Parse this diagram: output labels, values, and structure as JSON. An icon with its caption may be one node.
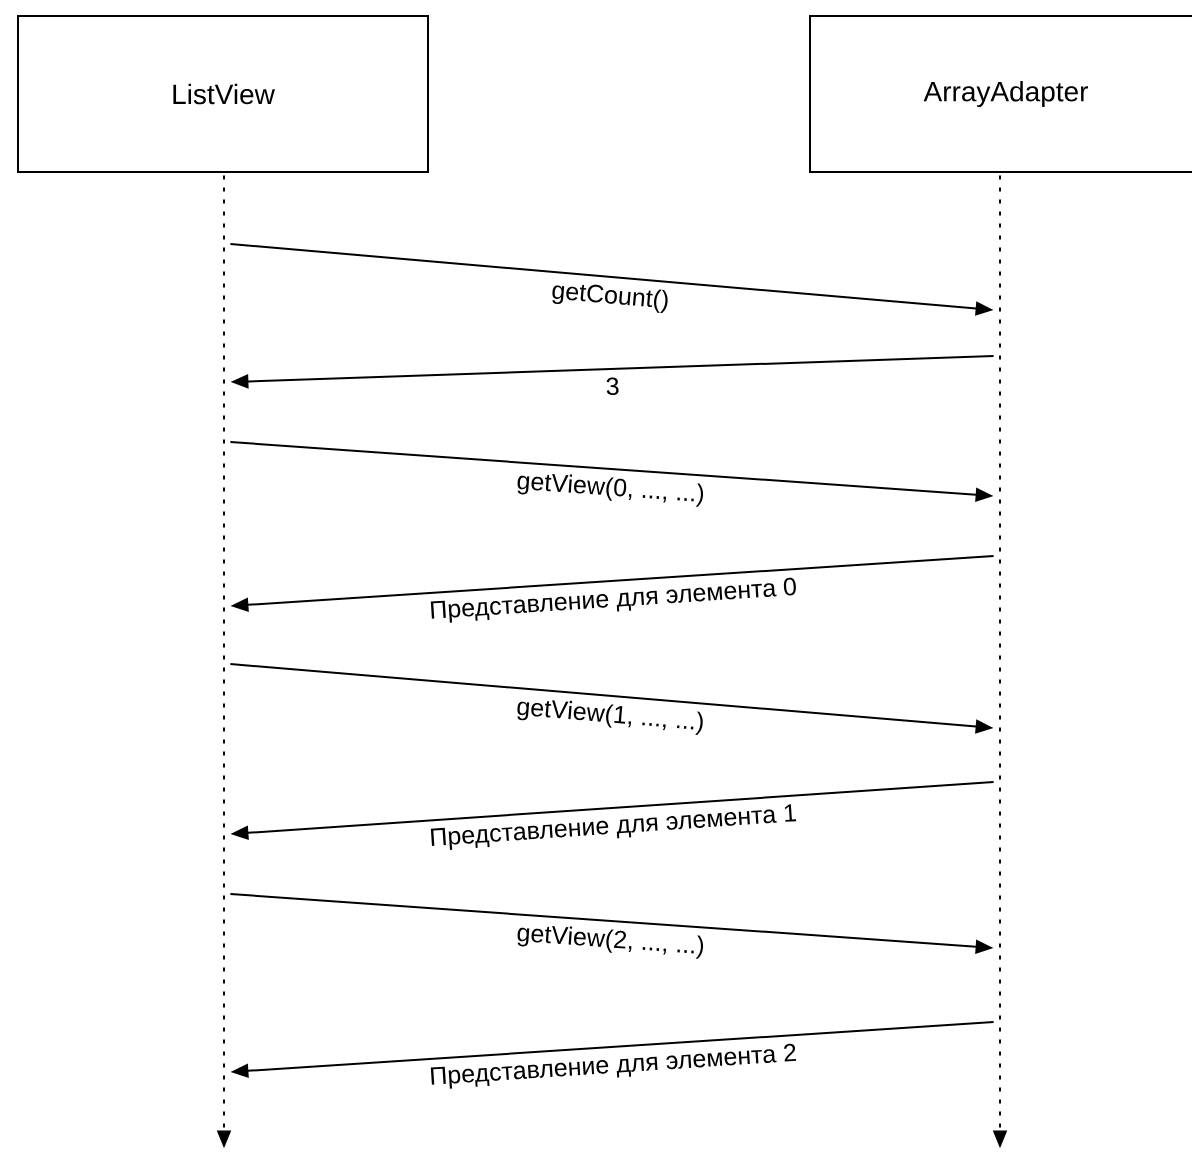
{
  "diagram": {
    "nodes": [
      {
        "text": [
          "ListView"
        ]
      },
      {
        "text": [
          "ArrayAdapter"
        ]
      },
      {
        "text": [],
        "shape": "line"
      },
      {
        "text": [],
        "shape": "line"
      }
    ],
    "edges": [
      {
        "from": 2,
        "to": 3,
        "arrow": "to",
        "label": "getCount()"
      },
      {
        "from": 3,
        "to": 2,
        "arrow": "to",
        "label": "3"
      },
      {
        "from": 2,
        "to": 3,
        "arrow": "to",
        "label": "getView(0, ..., ...)"
      },
      {
        "from": 3,
        "to": 2,
        "arrow": "to",
        "label": "Представление для элемента 0"
      },
      {
        "from": 2,
        "to": 3,
        "arrow": "to",
        "label": "getView(1, ..., ...)"
      },
      {
        "from": 3,
        "to": 2,
        "arrow": "to",
        "label": "Представление для элемента 1"
      },
      {
        "from": 2,
        "to": 3,
        "arrow": "to",
        "label": "getView(2, ..., ...)"
      },
      {
        "from": 3,
        "to": 2,
        "arrow": "to",
        "label": "Представление для элемента 2"
      }
    ]
  }
}
